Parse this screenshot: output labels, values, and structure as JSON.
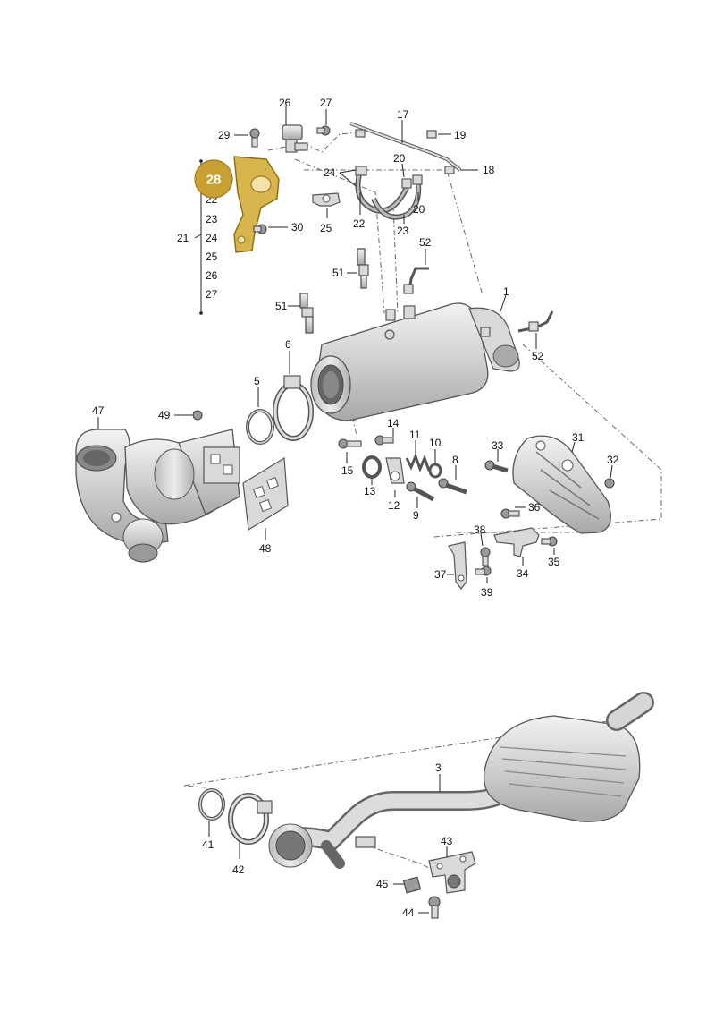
{
  "highlight": {
    "label": "28",
    "color": "#c9a033"
  },
  "group_21": {
    "main": "21",
    "items": [
      "22",
      "23",
      "24",
      "25",
      "26",
      "27"
    ]
  },
  "labels": {
    "l1": "1",
    "l3": "3",
    "l5": "5",
    "l6": "6",
    "l8": "8",
    "l9": "9",
    "l10": "10",
    "l11": "11",
    "l12": "12",
    "l13": "13",
    "l14": "14",
    "l15": "15",
    "l17": "17",
    "l18": "18",
    "l19": "19",
    "l20a": "20",
    "l20b": "20",
    "l22": "22",
    "l23": "23",
    "l24": "24",
    "l25": "25",
    "l26": "26",
    "l27": "27",
    "l29": "29",
    "l30": "30",
    "l31": "31",
    "l32": "32",
    "l33": "33",
    "l34": "34",
    "l35": "35",
    "l36": "36",
    "l37": "37",
    "l38": "38",
    "l39": "39",
    "l41": "41",
    "l42": "42",
    "l43": "43",
    "l44": "44",
    "l45": "45",
    "l47": "47",
    "l48": "48",
    "l49": "49",
    "l51a": "51",
    "l51b": "51",
    "l52a": "52",
    "l52b": "52"
  }
}
